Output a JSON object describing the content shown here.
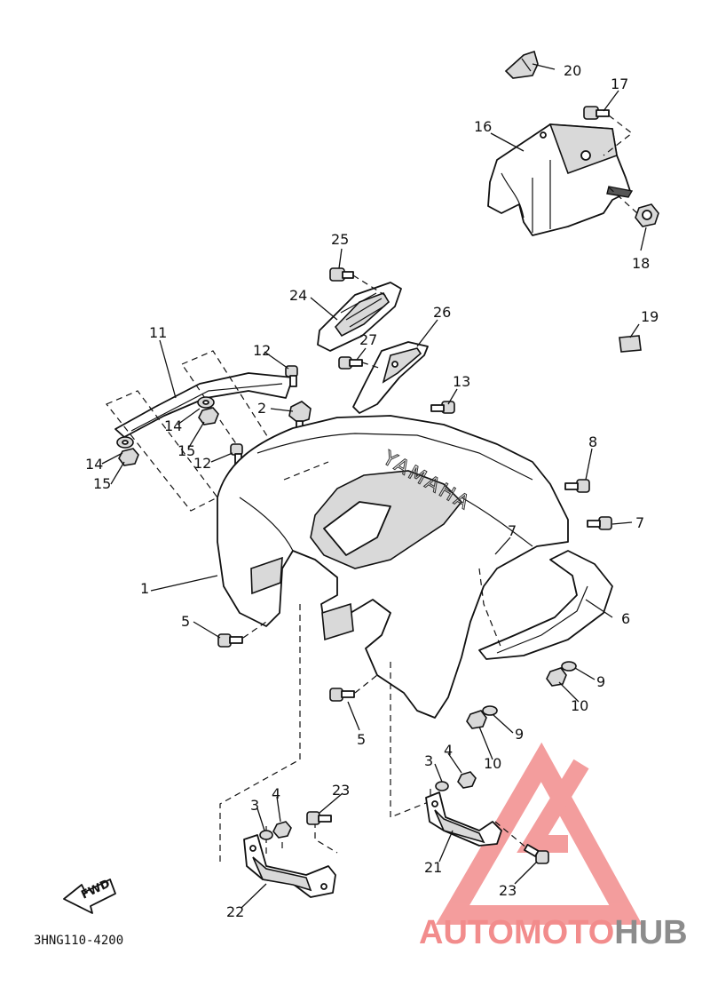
{
  "diagram_code": "3HNG110-4200",
  "fwd_label": "FWD",
  "fender_brand": "YAMAHA",
  "callouts": {
    "c1": "1",
    "c2": "2",
    "c3a": "3",
    "c3b": "3",
    "c4a": "4",
    "c4b": "4",
    "c5a": "5",
    "c5b": "5",
    "c6": "6",
    "c7a": "7",
    "c7b": "7",
    "c8": "8",
    "c9a": "9",
    "c9b": "9",
    "c10a": "10",
    "c10b": "10",
    "c11": "11",
    "c12a": "12",
    "c12b": "12",
    "c13": "13",
    "c14a": "14",
    "c14b": "14",
    "c15a": "15",
    "c15b": "15",
    "c16": "16",
    "c17": "17",
    "c18": "18",
    "c19": "19",
    "c20": "20",
    "c21": "21",
    "c22": "22",
    "c23a": "23",
    "c23b": "23",
    "c24": "24",
    "c25": "25",
    "c26": "26",
    "c27": "27"
  },
  "watermark": {
    "part1": "AUTOMOTO",
    "part2": "HUB",
    "color_primary": "#f28c8c",
    "color_secondary": "#f5b56a",
    "color_gray": "#8c8c8c"
  }
}
